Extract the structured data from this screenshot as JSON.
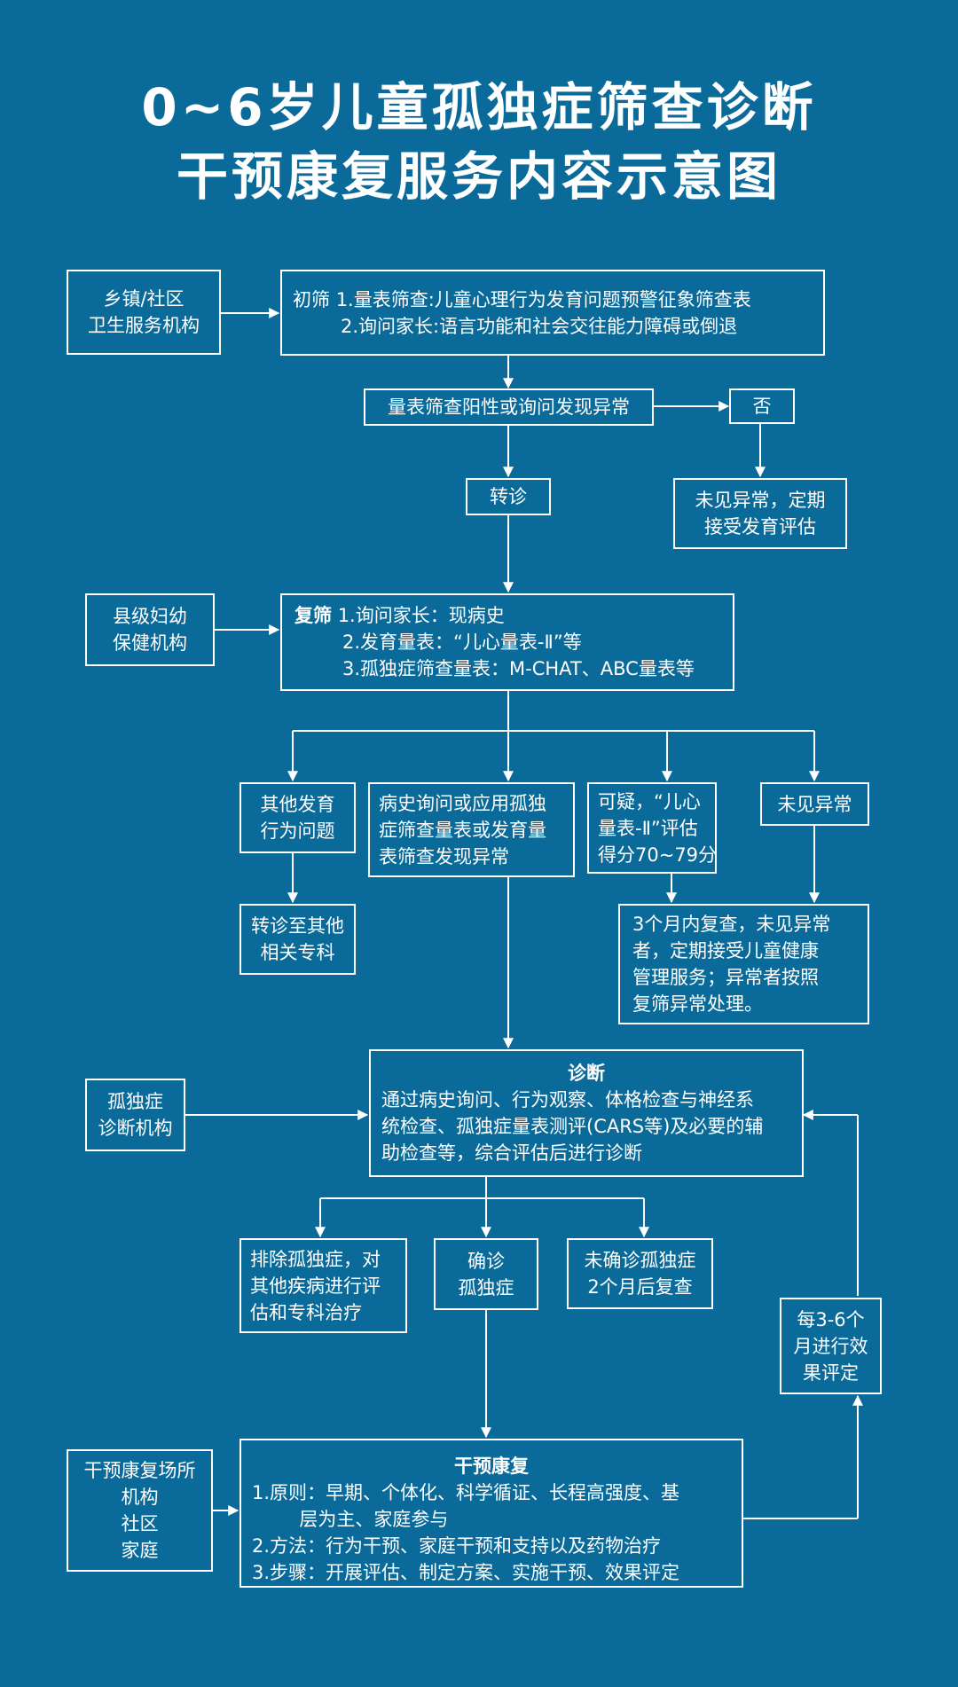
{
  "title": {
    "line1": "0~6岁儿童孤独症筛查诊断",
    "line2": "干预康复服务内容示意图"
  },
  "institutions": {
    "township": [
      "乡镇/社区",
      "卫生服务机构"
    ],
    "county": [
      "县级妇幼",
      "保健机构"
    ],
    "diagnosis": [
      "孤独症",
      "诊断机构"
    ],
    "rehab": [
      "干预康复场所",
      "机构",
      "社区",
      "家庭"
    ]
  },
  "initial_screening": {
    "label": "初筛",
    "items": [
      "1.量表筛查:儿童心理行为发育问题预警征象筛查表",
      "2.询问家长:语言功能和社会交往能力障碍或倒退"
    ]
  },
  "screen_result": "量表筛查阳性或询问发现异常",
  "no": "否",
  "no_result": [
    "未见异常，定期",
    "接受发育评估"
  ],
  "referral": "转诊",
  "rescreening": {
    "label": "复筛",
    "items": [
      "1.询问家长：现病史",
      "2.发育量表：“儿心量表-Ⅱ”等",
      "3.孤独症筛查量表：M-CHAT、ABC量表等"
    ]
  },
  "branches": {
    "other_dev": [
      "其他发育",
      "行为问题"
    ],
    "history_abnormal": [
      "病史询问或应用孤独",
      "症筛查量表或发育量",
      "表筛查发现异常"
    ],
    "suspicious": [
      "可疑，“儿心",
      "量表-Ⅱ”评估",
      "得分70~79分"
    ],
    "normal": "未见异常"
  },
  "refer_other": [
    "转诊至其他",
    "相关专科"
  ],
  "recheck": [
    "3个月内复查，未见异常",
    "者，定期接受儿童健康",
    "管理服务；异常者按照",
    "复筛异常处理。"
  ],
  "diagnosis": {
    "title": "诊断",
    "lines": [
      "通过病史询问、行为观察、体格检查与神经系",
      "统检查、孤独症量表测评(CARS等)及必要的辅",
      "助检查等，综合评估后进行诊断"
    ]
  },
  "diag_outcomes": {
    "excluded": [
      "排除孤独症，对",
      "其他疾病进行评",
      "估和专科治疗"
    ],
    "confirmed": [
      "确诊",
      "孤独症"
    ],
    "unconfirmed": [
      "未确诊孤独症",
      "2个月后复查"
    ]
  },
  "evaluation": [
    "每3-6个",
    "月进行效",
    "果评定"
  ],
  "rehabilitation": {
    "title": "干预康复",
    "lines": [
      "1.原则：早期、个体化、科学循证、长程高强度、基",
      "        层为主、家庭参与",
      "2.方法：行为干预、家庭干预和支持以及药物治疗",
      "3.步骤：开展评估、制定方案、实施干预、效果评定"
    ]
  },
  "colors": {
    "background": "#0a6b9b",
    "line": "#ffffff"
  }
}
